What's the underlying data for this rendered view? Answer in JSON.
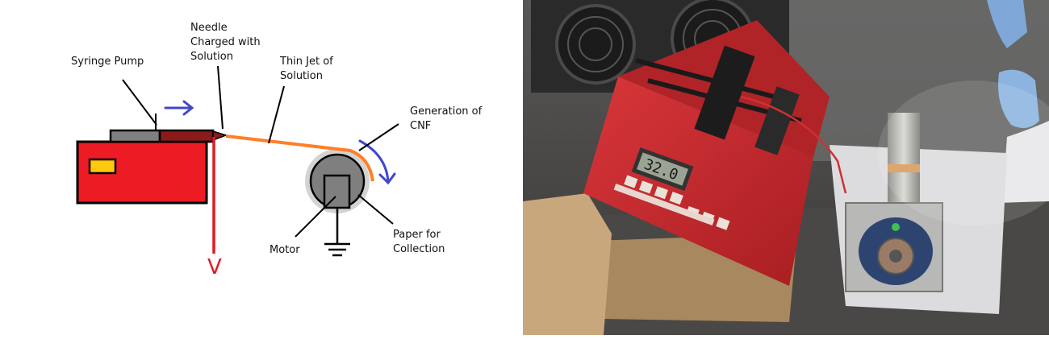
{
  "diagram": {
    "labels": {
      "syringe_pump": "Syringe Pump",
      "needle_line1": "Needle",
      "needle_line2": "Charged with",
      "needle_line3": "Solution",
      "jet_line1": "Thin Jet of",
      "jet_line2": "Solution",
      "cnf_line1": "Generation of",
      "cnf_line2": "CNF",
      "motor": "Motor",
      "paper_line1": "Paper for",
      "paper_line2": "Collection",
      "voltage": "V"
    },
    "colors": {
      "pump_red": "#ed1c24",
      "pump_dark": "#8b1a1a",
      "pump_display": "#ffc90e",
      "jet_orange": "#ff7f27",
      "arrow_blue": "#3f48cc",
      "motor_gray": "#7f7f7f",
      "paper_light": "#d3d3d3",
      "wire_red": "#e01b24"
    }
  },
  "photo": {
    "device_display": "32.0",
    "colors": {
      "pump_body": "#c8282c",
      "table": "#3c3a38",
      "wood": "#c9a77c",
      "glove": "#7fa8d8"
    }
  }
}
